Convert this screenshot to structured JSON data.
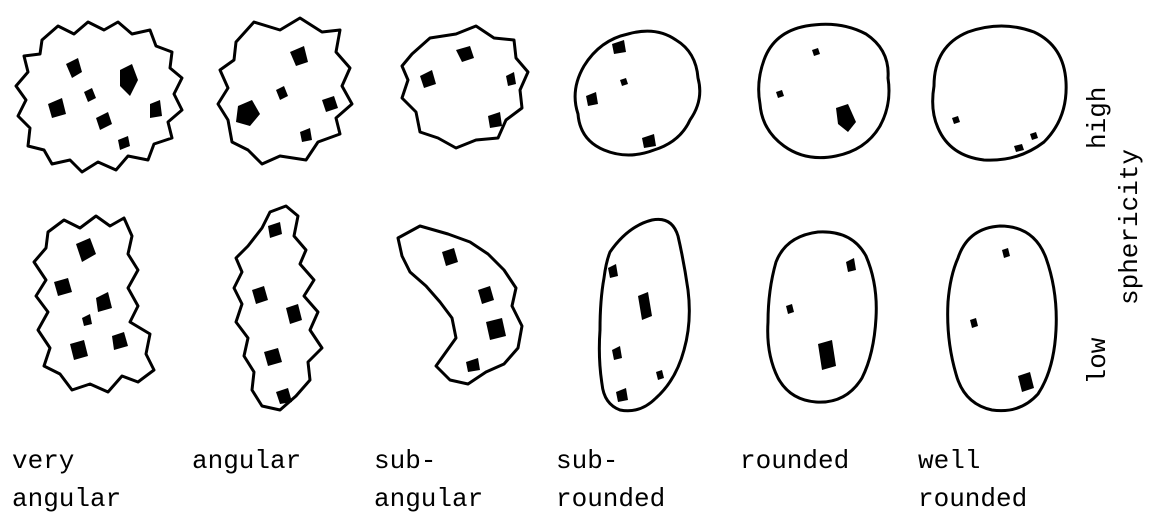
{
  "roundness_classes": [
    {
      "line1": "very",
      "line2": "angular"
    },
    {
      "line1": "angular",
      "line2": ""
    },
    {
      "line1": "sub-",
      "line2": "angular"
    },
    {
      "line1": "sub-",
      "line2": "rounded"
    },
    {
      "line1": "rounded",
      "line2": ""
    },
    {
      "line1": "well",
      "line2": "rounded"
    }
  ],
  "sphericity": {
    "axis_label": "sphericity",
    "high_label": "high",
    "low_label": "low"
  },
  "colors": {
    "ink": "#000000",
    "paper": "#ffffff"
  }
}
